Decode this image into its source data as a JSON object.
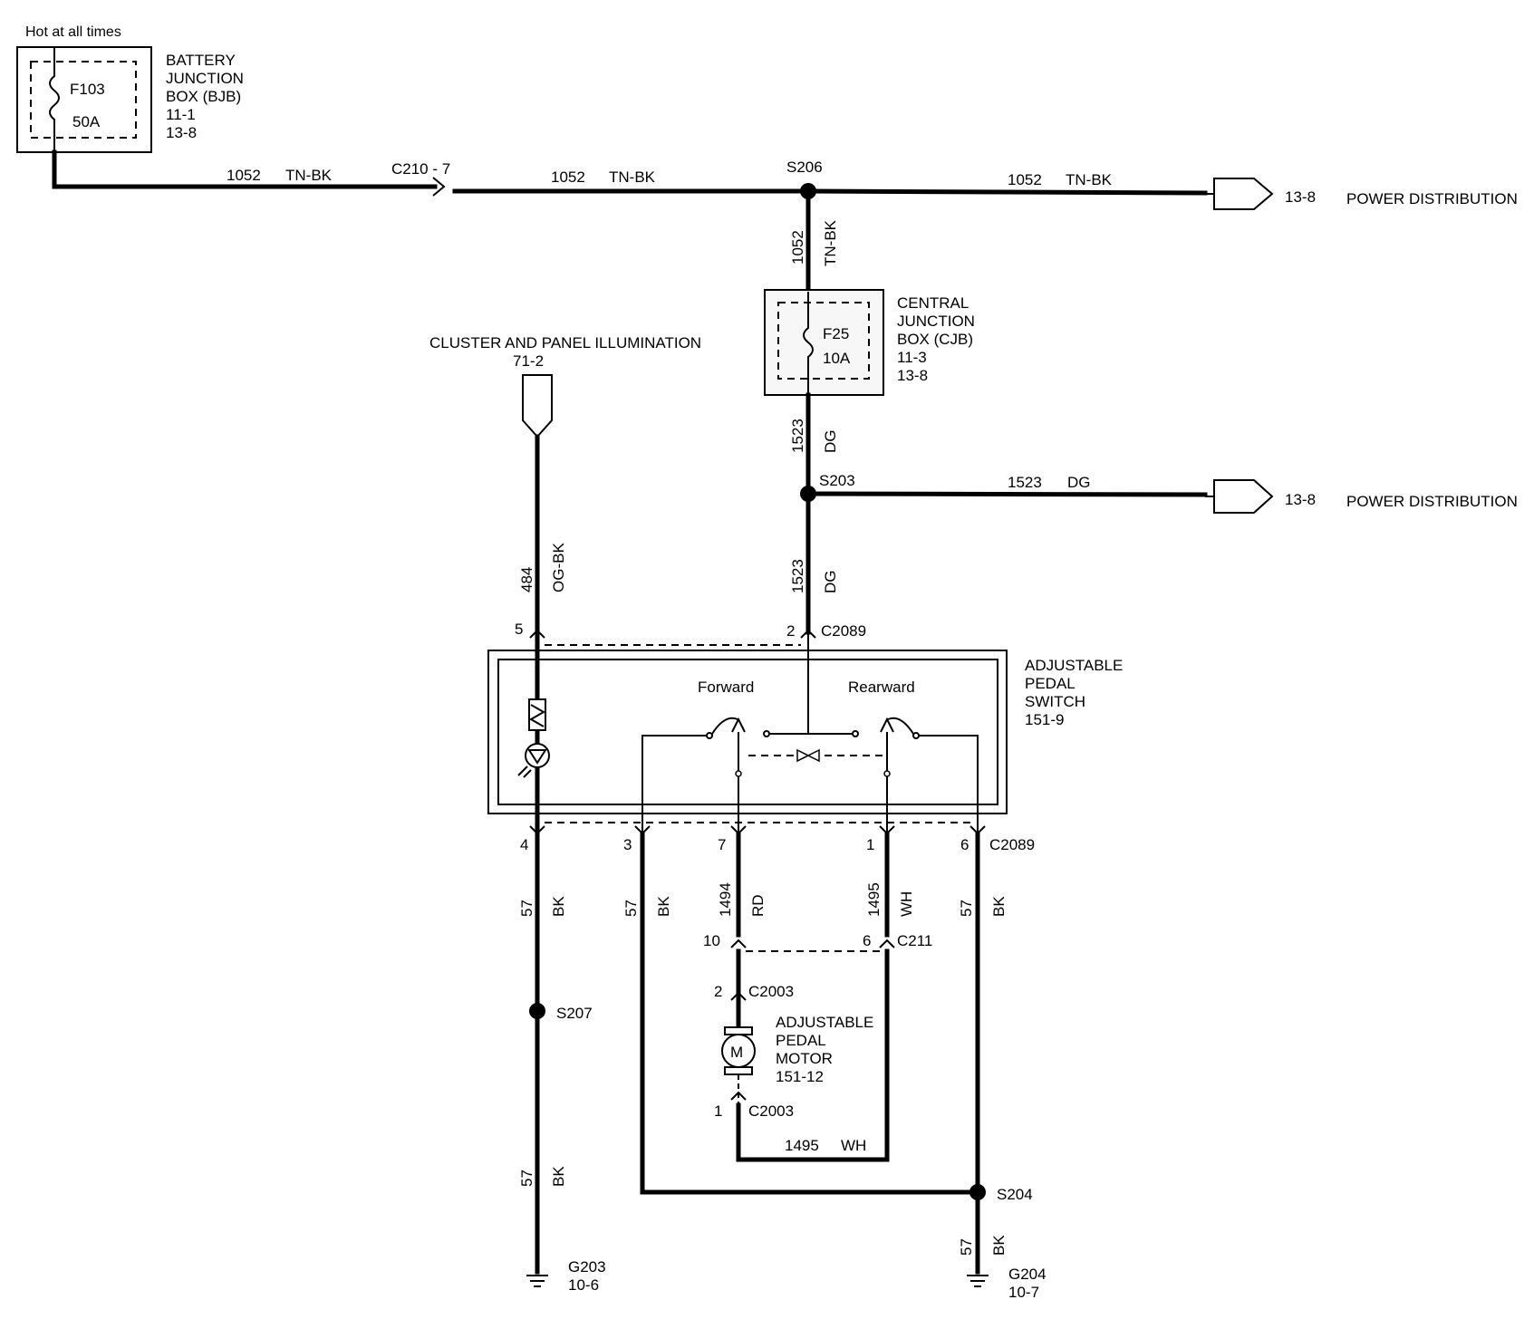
{
  "header": {
    "hot_label": "Hot at all times"
  },
  "bjb": {
    "fuse": "F103",
    "rating": "50A",
    "label": [
      "BATTERY",
      "JUNCTION",
      "BOX (BJB)",
      "11-1",
      "13-8"
    ]
  },
  "top_wire": {
    "seg1_circuit": "1052",
    "seg1_color": "TN-BK",
    "connector": "C210 - 7",
    "seg2_circuit": "1052",
    "seg2_color": "TN-BK",
    "splice": "S206",
    "seg3_circuit": "1052",
    "seg3_color": "TN-BK",
    "dest_ref": "13-8",
    "dest_label": "POWER DISTRIBUTION"
  },
  "vert_1052": {
    "circuit": "1052",
    "color": "TN-BK"
  },
  "cjb": {
    "fuse": "F25",
    "rating": "10A",
    "label": [
      "CENTRAL",
      "JUNCTION",
      "BOX (CJB)",
      "11-3",
      "13-8"
    ]
  },
  "dg_upper": {
    "circuit": "1523",
    "color": "DG"
  },
  "s203": {
    "splice": "S203",
    "circuit": "1523",
    "color": "DG",
    "dest_ref": "13-8",
    "dest_label": "POWER DISTRIBUTION"
  },
  "dg_lower": {
    "circuit": "1523",
    "color": "DG"
  },
  "illum": {
    "title": "CLUSTER AND PANEL ILLUMINATION",
    "ref": "71-2",
    "circuit": "484",
    "color": "OG-BK"
  },
  "switch": {
    "pin_top_left": "5",
    "pin_top_mid": "2",
    "connector_top": "C2089",
    "forward": "Forward",
    "rearward": "Rearward",
    "label": [
      "ADJUSTABLE",
      "PEDAL",
      "SWITCH",
      "151-9"
    ],
    "pins_bottom": [
      "4",
      "3",
      "7",
      "1",
      "6"
    ],
    "connector_bottom": "C2089"
  },
  "wires_below": {
    "w4": {
      "circuit": "57",
      "color": "BK"
    },
    "w3": {
      "circuit": "57",
      "color": "BK"
    },
    "w7": {
      "circuit": "1494",
      "color": "RD"
    },
    "w1": {
      "circuit": "1495",
      "color": "WH"
    },
    "w6": {
      "circuit": "57",
      "color": "BK"
    }
  },
  "c211": {
    "pin_left": "10",
    "pin_right": "6",
    "connector": "C211"
  },
  "motor": {
    "pin_top": "2",
    "connector_top": "C2003",
    "symbol": "M",
    "label": [
      "ADJUSTABLE",
      "PEDAL",
      "MOTOR",
      "151-12"
    ],
    "pin_bottom": "1",
    "connector_bottom": "C2003",
    "return_circuit": "1495",
    "return_color": "WH"
  },
  "grounds": {
    "s207": "S207",
    "left_circuit": "57",
    "left_color": "BK",
    "g203": "G203",
    "g203_ref": "10-6",
    "s204": "S204",
    "right_circuit": "57",
    "right_color": "BK",
    "g204": "G204",
    "g204_ref": "10-7"
  }
}
